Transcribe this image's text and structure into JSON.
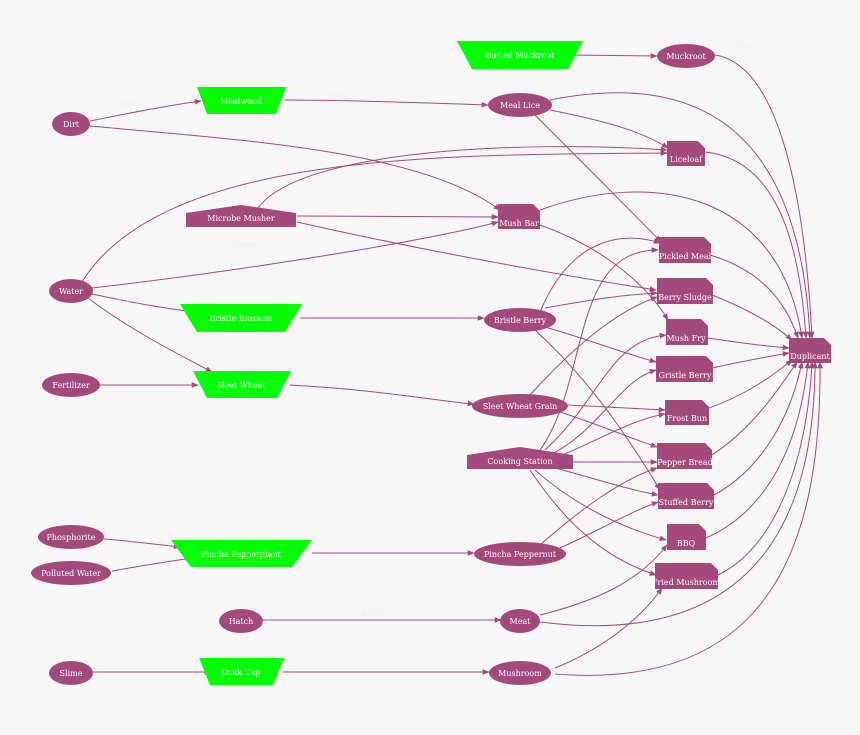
{
  "colors": {
    "node": "#a4497b",
    "building": "#00ff00",
    "edge": "#a4497b",
    "background": "#f7f7f7",
    "text": "#ffffff"
  },
  "nodes": {
    "dirt": "Dirt",
    "water": "Water",
    "fertilizer": "Fertilizer",
    "phosphorite": "Phosphorite",
    "polluted_water": "Polluted Water",
    "hatch": "Hatch",
    "slime": "Slime",
    "buried_muckroot": "Buried Muckroot",
    "mealwood": "Mealwood",
    "microbe_musher": "Microbe Musher",
    "bristle_blossom": "Bristle Blossom",
    "sleet_wheat": "Sleet Wheat",
    "pincha_pepperplant": "Pincha Pepperplant",
    "dusk_cap": "Dusk Cap",
    "cooking_station": "Cooking Station",
    "muckroot": "Muckroot",
    "meal_lice": "Meal Lice",
    "mush_bar": "Mush Bar",
    "bristle_berry": "Bristle Berry",
    "sleet_wheat_grain": "Sleet Wheat Grain",
    "pincha_peppernut": "Pincha Peppernut",
    "meat": "Meat",
    "mushroom": "Mushroom",
    "liceloaf": "Liceloaf",
    "pickled_meal": "Pickled Meal",
    "berry_sludge": "Berry Sludge",
    "mush_fry": "Mush Fry",
    "gristle_berry": "Gristle Berry",
    "frost_bun": "Frost Bun",
    "pepper_bread": "Pepper Bread",
    "stuffed_berry": "Stuffed Berry",
    "bbq": "BBQ",
    "fried_mushroom": "Fried Mushroom",
    "duplicant": "Duplicant"
  },
  "edge_labels": {
    "dirt_mealwood": "Fertilizer",
    "water_microbe": "Ingredient",
    "water_bristle": "Irrigation",
    "mealwood_lice": "Harvest",
    "wheat_grain": "Harvest seed",
    "hatch_meat": "Butcher",
    "muckroot_dup": "Food"
  }
}
